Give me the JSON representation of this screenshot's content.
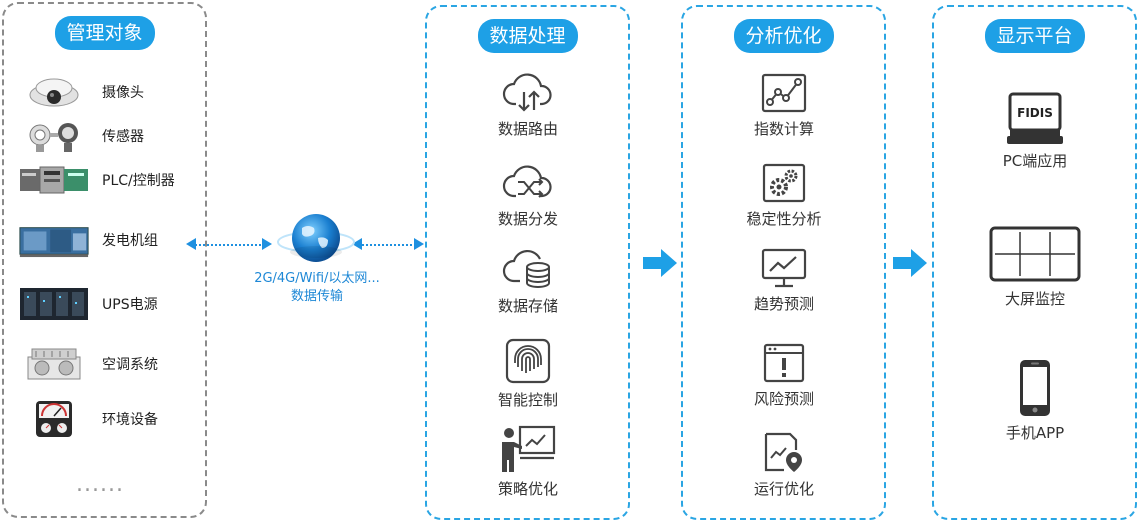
{
  "panels": {
    "manage": {
      "title": "管理对象",
      "items": [
        "摄像头",
        "传感器",
        "PLC/控制器",
        "发电机组",
        "UPS电源",
        "空调系统",
        "环境设备"
      ],
      "more": "......"
    },
    "process": {
      "title": "数据处理",
      "items": [
        "数据路由",
        "数据分发",
        "数据存储",
        "智能控制",
        "策略优化"
      ]
    },
    "analyze": {
      "title": "分析优化",
      "items": [
        "指数计算",
        "稳定性分析",
        "趋势预测",
        "风险预测",
        "运行优化"
      ]
    },
    "display": {
      "title": "显示平台",
      "items": [
        "PC端应用",
        "大屏监控",
        "手机APP"
      ],
      "monitor_text": "FIDIS"
    }
  },
  "transmission": {
    "line1": "2G/4G/Wifi/以太网...",
    "line2": "数据传输"
  },
  "colors": {
    "accent": "#1ea0e6",
    "dashed_border": "#2aa5e3",
    "grey_border": "#8a8a8a",
    "icon": "#444444"
  }
}
